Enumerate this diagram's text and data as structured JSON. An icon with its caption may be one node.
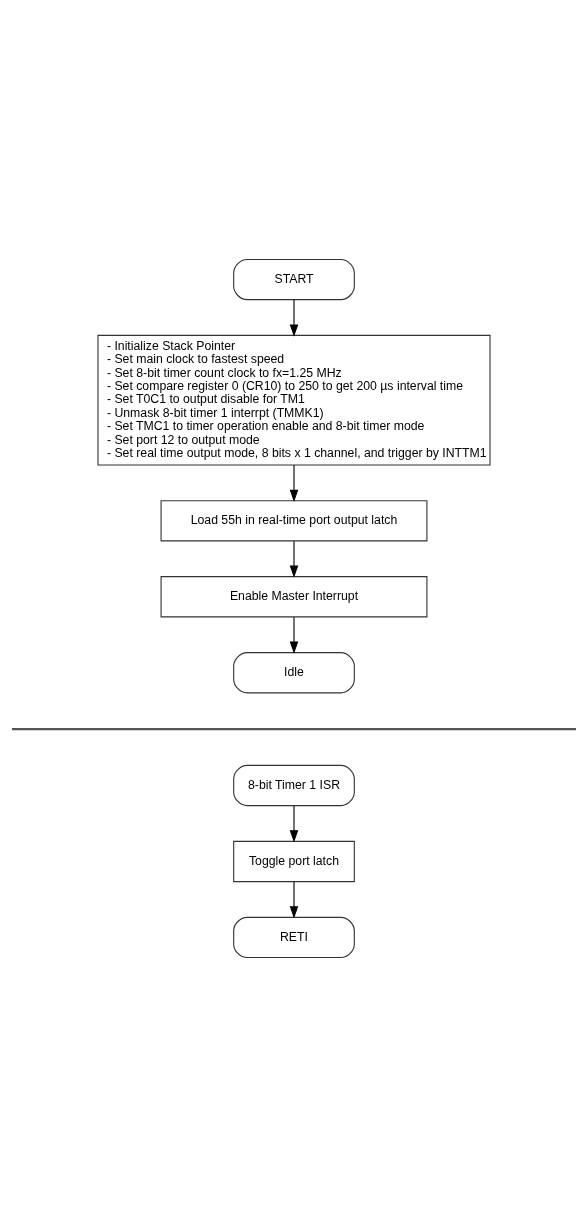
{
  "diagram": {
    "nodes": [
      {
        "text": [
          "START"
        ]
      },
      {
        "text": [
          "- Initialize Stack Pointer",
          "- Set main clock to fastest speed",
          "- Set 8-bit timer count clock to fx=1.25 MHz",
          "- Set compare register 0 (CR10) to 250 to get 200 µs interval time",
          "- Set T0C1 to output disable for TM1",
          "- Unmask 8-bit timer 1 interrpt (TMMK1)",
          "- Set TMC1 to timer operation enable and 8-bit timer mode",
          "- Set port 12 to output mode",
          "- Set real time output mode, 8 bits x 1 channel, and trigger by INTTM1"
        ]
      },
      {
        "text": [
          "Load 55h in real-time port output latch"
        ]
      },
      {
        "text": [
          "Enable Master Interrupt"
        ]
      },
      {
        "text": [
          "Idle"
        ]
      },
      {
        "text": [
          "8-bit Timer 1 ISR"
        ]
      },
      {
        "text": [
          "Toggle port latch"
        ]
      },
      {
        "text": [
          "RETI"
        ]
      }
    ],
    "edges": [
      {
        "from": 0,
        "to": 1,
        "arrow": "to"
      },
      {
        "from": 1,
        "to": 2,
        "arrow": "to"
      },
      {
        "from": 2,
        "to": 3,
        "arrow": "to"
      },
      {
        "from": 3,
        "to": 4,
        "arrow": "to"
      },
      {
        "from": 5,
        "to": 6,
        "arrow": "to"
      },
      {
        "from": 6,
        "to": 7,
        "arrow": "to"
      }
    ]
  }
}
